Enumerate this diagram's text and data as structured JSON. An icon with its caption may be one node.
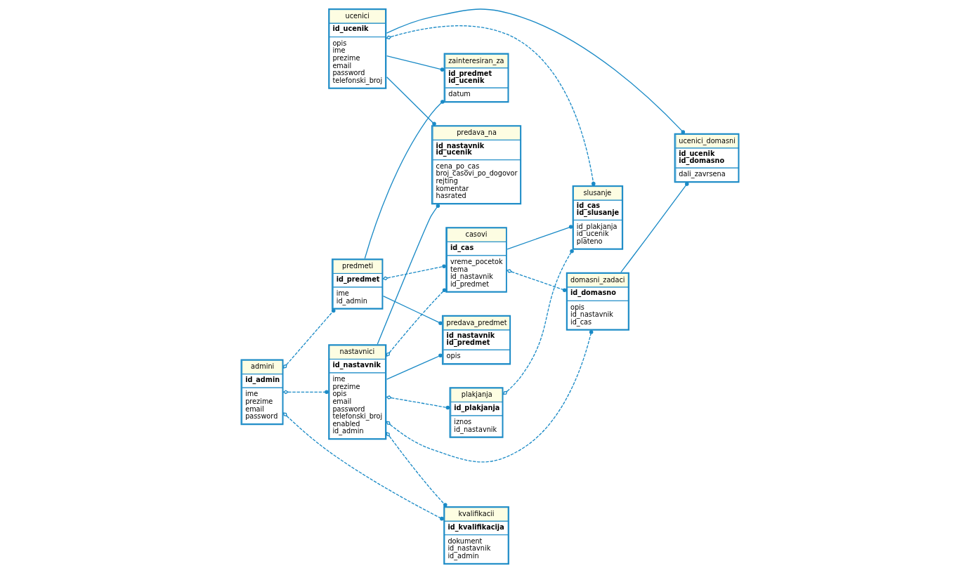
{
  "diagram": {
    "nodes": [
      {
        "text": [
          "nastavnici",
          "id_nastavnik",
          "ime",
          "prezime",
          "opis",
          "email",
          "password",
          "telefonski_broj",
          "enabled",
          "id_admin"
        ]
      },
      {
        "text": [
          "plakjanja",
          "id_plakjanja",
          "iznos",
          "id_nastavnik"
        ]
      },
      {
        "text": [
          "predava_na",
          "id_nastavnik",
          "id_ucenik",
          "cena_po_cas",
          "broj_casovi_po_dogovor",
          "rejting",
          "komentar",
          "hasrated"
        ]
      },
      {
        "text": [
          "slusanje",
          "id_cas",
          "id_slusanje",
          "id_plakjanja",
          "id_ucenik",
          "plateno"
        ]
      },
      {
        "text": [
          "domasni_zadaci",
          "id_domasno",
          "opis",
          "id_nastavnik",
          "id_cas"
        ]
      },
      {
        "text": [
          "ucenici",
          "id_ucenik",
          "opis",
          "ime",
          "prezime",
          "email",
          "password",
          "telefonski_broj"
        ]
      },
      {
        "text": [
          "ucenici_domasni",
          "id_ucenik",
          "id_domasno",
          "dali_zavrsena"
        ]
      },
      {
        "text": [
          "predava_predmet",
          "id_nastavnik",
          "id_predmet",
          "opis"
        ]
      },
      {
        "text": [
          "kvalifikacii",
          "id_kvalifikacija",
          "dokument",
          "id_nastavnik",
          "id_admin"
        ]
      },
      {
        "text": [
          "zainteresiran_za",
          "id_predmet",
          "id_ucenik",
          "datum"
        ]
      },
      {
        "text": [
          "admini",
          "id_admin",
          "ime",
          "prezime",
          "email",
          "password"
        ]
      },
      {
        "text": [
          "predmeti",
          "id_predmet",
          "ime",
          "id_admin"
        ]
      },
      {
        "text": [
          "casovi",
          "id_cas",
          "vreme_pocetok",
          "tema",
          "id_nastavnik",
          "id_predmet"
        ]
      }
    ],
    "edges": [
      {
        "from": 0,
        "to": 1,
        "arrow": "other",
        "style": "dashed"
      },
      {
        "from": 1,
        "to": 3,
        "arrow": "other",
        "style": "dashed"
      },
      {
        "from": 0,
        "to": 2,
        "arrow": "other"
      },
      {
        "from": 0,
        "to": 4,
        "arrow": "other",
        "style": "dashed"
      },
      {
        "from": 10,
        "to": 0,
        "arrow": "other",
        "style": "dashed"
      },
      {
        "from": 0,
        "to": 7,
        "arrow": "other"
      },
      {
        "from": 0,
        "to": 8,
        "arrow": "other",
        "style": "dashed"
      },
      {
        "from": 0,
        "to": 12,
        "arrow": "other",
        "style": "dashed"
      },
      {
        "from": 5,
        "to": 2,
        "arrow": "other"
      },
      {
        "from": 4,
        "to": 6,
        "arrow": "other"
      },
      {
        "from": 12,
        "to": 4,
        "arrow": "other",
        "style": "dashed"
      },
      {
        "from": 5,
        "to": 6,
        "arrow": "other"
      },
      {
        "from": 5,
        "to": 3,
        "arrow": "other",
        "style": "dashed"
      },
      {
        "from": 12,
        "to": 3,
        "arrow": "other"
      },
      {
        "from": 5,
        "to": 9,
        "arrow": "other"
      },
      {
        "from": 10,
        "to": 8,
        "arrow": "other",
        "style": "dashed"
      },
      {
        "from": 11,
        "to": 7,
        "arrow": "other"
      },
      {
        "from": 11,
        "to": 9,
        "arrow": "other"
      },
      {
        "from": 10,
        "to": 11,
        "arrow": "other",
        "style": "dashed"
      },
      {
        "from": 11,
        "to": 12,
        "arrow": "other",
        "style": "dashed"
      }
    ]
  }
}
